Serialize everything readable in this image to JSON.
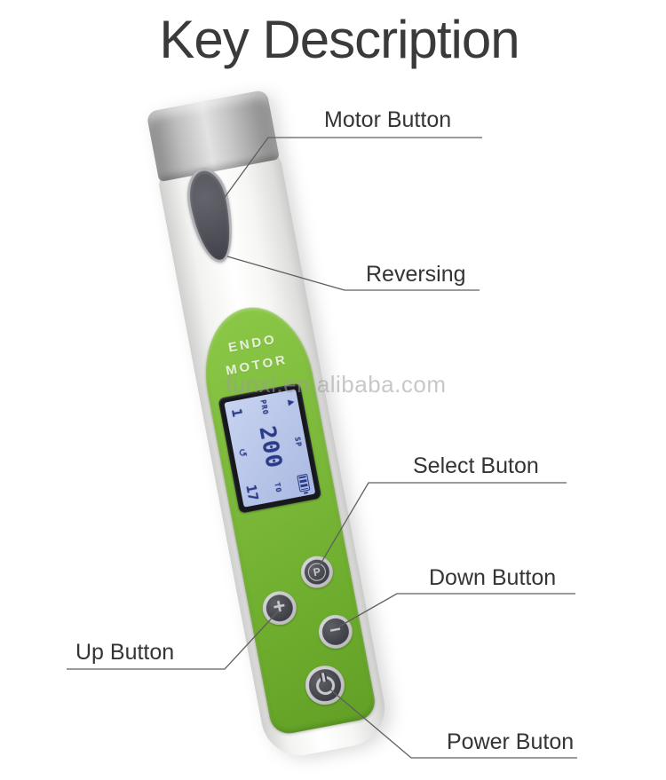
{
  "title": "Key Description",
  "watermark": "funxi.en.alibaba.com",
  "device": {
    "panel_text": {
      "line1": "ENDO",
      "line2": "MOTOR"
    },
    "lcd": {
      "up_arrow": "▲",
      "pro_label": "PRO",
      "pro_value": "1",
      "sp_label": "SP",
      "sp_value": "200",
      "reverse_icon": "↺",
      "to_label": "TO",
      "to_value": "17"
    },
    "buttons": {
      "select_glyph": "P",
      "up_glyph": "+",
      "down_glyph": "−"
    }
  },
  "callouts": {
    "motor": "Motor Button",
    "reversing": "Reversing",
    "select": "Select Buton",
    "down": "Down Button",
    "up": "Up Button",
    "power": "Power Buton"
  },
  "colors": {
    "panel_green": "#7cb93a",
    "lcd_screen": "#b9c8ea",
    "lcd_ink": "#2a3a86",
    "callout_line": "#5f5f5f",
    "label_text": "#343434",
    "title_text": "#3a3a3a",
    "cap_silver": "#b9b9b9",
    "button_dark": "#46474e"
  }
}
